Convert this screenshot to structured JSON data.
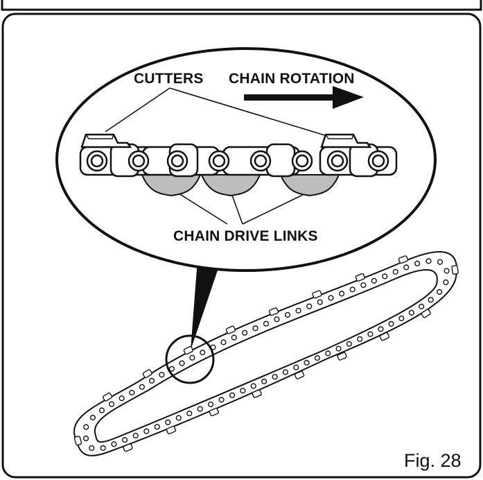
{
  "figure": {
    "label": "Fig. 28"
  },
  "callout": {
    "labels": {
      "cutters": "CUTTERS",
      "chain_rotation": "CHAIN ROTATION",
      "chain_drive_links": "CHAIN DRIVE LINKS"
    }
  },
  "colors": {
    "ink": "#111111",
    "drive_link_fill": "#bdbdbd",
    "background": "#ffffff"
  },
  "icons": {
    "direction": "right-arrow-icon"
  }
}
